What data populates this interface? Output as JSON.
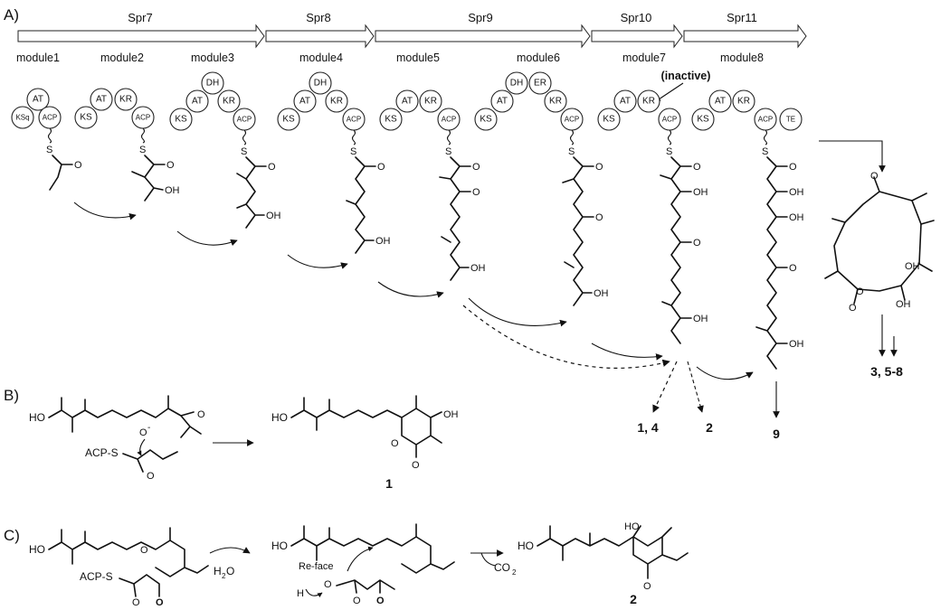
{
  "panels": {
    "a": "A)",
    "b": "B)",
    "c": "C)"
  },
  "proteins": [
    "Spr7",
    "Spr8",
    "Spr9",
    "Spr10",
    "Spr11"
  ],
  "modules": [
    "module1",
    "module2",
    "module3",
    "module4",
    "module5",
    "module6",
    "module7",
    "module8"
  ],
  "inactive_note": "(inactive)",
  "domains": {
    "m1": [
      "AT",
      "KSq",
      "ACP"
    ],
    "m2": [
      "AT",
      "KR",
      "KS",
      "ACP"
    ],
    "m3": [
      "DH",
      "AT",
      "KR",
      "KS",
      "ACP"
    ],
    "m4": [
      "DH",
      "AT",
      "KR",
      "KS",
      "ACP"
    ],
    "m5": [
      "AT",
      "KR",
      "KS",
      "ACP"
    ],
    "m6": [
      "DH",
      "ER",
      "AT",
      "KR",
      "KS",
      "ACP"
    ],
    "m7": [
      "AT",
      "KR",
      "KS",
      "ACP"
    ],
    "m8": [
      "AT",
      "KR",
      "KS",
      "ACP",
      "TE"
    ]
  },
  "atoms": {
    "s": "S",
    "o": "O",
    "oh": "OH",
    "ho": "HO",
    "h": "H",
    "o_minus": "O",
    "minus": "-"
  },
  "products": {
    "p1_4": "1, 4",
    "p2": "2",
    "p9": "9",
    "p3_5_8": "3, 5-8",
    "b_label": "1",
    "c_label": "2"
  },
  "reagents": {
    "acp_s": "ACP-S",
    "water": "H",
    "water_sub": "2",
    "water_o": "O",
    "co2": "CO",
    "co2_sub": "2",
    "re_face": "Re-face"
  }
}
